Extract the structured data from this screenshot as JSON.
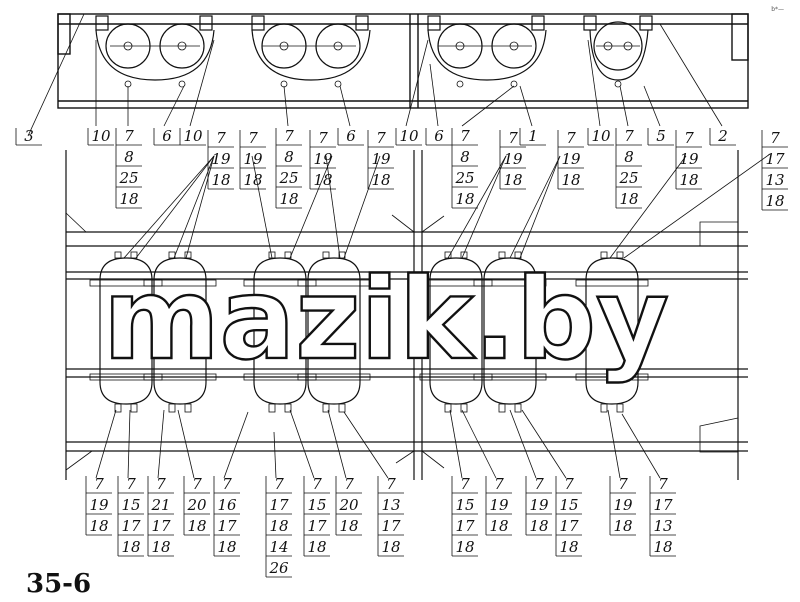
{
  "figure": {
    "number": "35-6",
    "watermark": "mazik.by",
    "corner_mark": "b*—"
  },
  "top_callouts": [
    {
      "lines": [
        "3"
      ]
    },
    {
      "lines": [
        "10"
      ]
    },
    {
      "lines": [
        "7",
        "8",
        "25",
        "18"
      ]
    },
    {
      "lines": [
        "6"
      ]
    },
    {
      "lines": [
        "10"
      ]
    },
    {
      "lines": [
        "7",
        "8",
        "25",
        "18"
      ]
    },
    {
      "lines": [
        "6"
      ]
    },
    {
      "lines": [
        "10"
      ]
    },
    {
      "lines": [
        "6"
      ]
    },
    {
      "lines": [
        "7",
        "8",
        "25",
        "18"
      ]
    },
    {
      "lines": [
        "1"
      ]
    },
    {
      "lines": [
        "10"
      ]
    },
    {
      "lines": [
        "7",
        "8",
        "25",
        "18"
      ]
    },
    {
      "lines": [
        "5"
      ]
    },
    {
      "lines": [
        "2"
      ]
    }
  ],
  "upper_callouts": [
    {
      "lines": [
        "7",
        "19",
        "18"
      ]
    },
    {
      "lines": [
        "7",
        "19",
        "18"
      ]
    },
    {
      "lines": [
        "7",
        "19",
        "18"
      ]
    },
    {
      "lines": [
        "7",
        "19",
        "18"
      ]
    },
    {
      "lines": [
        "7",
        "19",
        "18"
      ]
    },
    {
      "lines": [
        "7",
        "19",
        "18"
      ]
    },
    {
      "lines": [
        "7",
        "19",
        "18"
      ]
    },
    {
      "lines": [
        "7",
        "17",
        "13",
        "18"
      ]
    }
  ],
  "bottom_callouts": [
    {
      "lines": [
        "7",
        "19",
        "18"
      ]
    },
    {
      "lines": [
        "7",
        "15",
        "17",
        "18"
      ]
    },
    {
      "lines": [
        "7",
        "21",
        "17",
        "18"
      ]
    },
    {
      "lines": [
        "7",
        "20",
        "18"
      ]
    },
    {
      "lines": [
        "7",
        "16",
        "17",
        "18"
      ]
    },
    {
      "lines": [
        "7",
        "17",
        "18",
        "14",
        "26"
      ]
    },
    {
      "lines": [
        "7",
        "15",
        "17",
        "18"
      ]
    },
    {
      "lines": [
        "7",
        "20",
        "18"
      ]
    },
    {
      "lines": [
        "7",
        "13",
        "17",
        "18"
      ]
    },
    {
      "lines": [
        "7",
        "15",
        "17",
        "18"
      ]
    },
    {
      "lines": [
        "7",
        "19",
        "18"
      ]
    },
    {
      "lines": [
        "7",
        "19",
        "18"
      ]
    },
    {
      "lines": [
        "7",
        "15",
        "17",
        "18"
      ]
    },
    {
      "lines": [
        "7",
        "19",
        "18"
      ]
    },
    {
      "lines": [
        "7",
        "17",
        "13",
        "18"
      ]
    }
  ]
}
